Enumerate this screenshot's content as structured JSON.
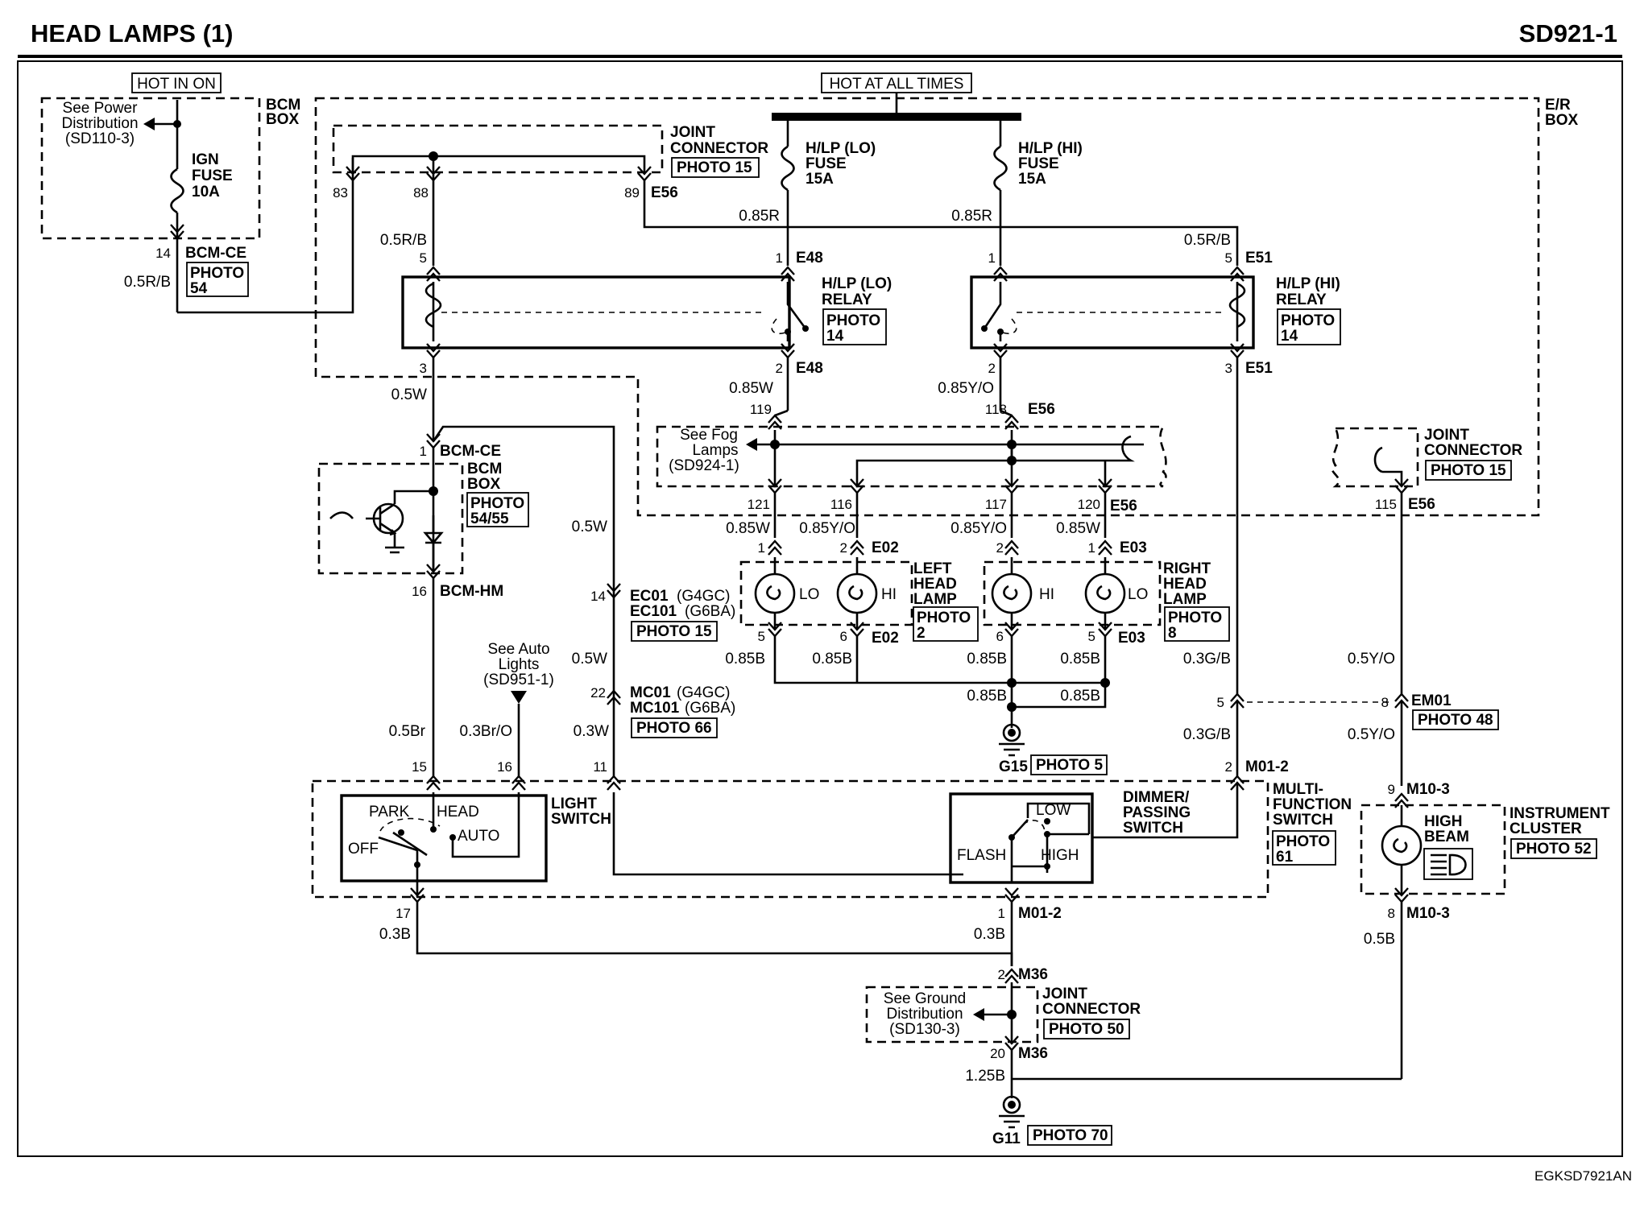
{
  "header": {
    "title": "HEAD LAMPS (1)",
    "code": "SD921-1"
  },
  "footer_code": "EGKSD7921AN",
  "power": {
    "hot_in_on": "HOT IN ON",
    "hot_at_all_times": "HOT AT ALL TIMES"
  },
  "bcm_box_top": {
    "see_1": "See Power",
    "see_2": "Distribution",
    "see_3": "(SD110-3)",
    "fuse_1": "IGN",
    "fuse_2": "FUSE",
    "fuse_3": "10A",
    "label_1": "BCM",
    "label_2": "BOX"
  },
  "er_box": {
    "label_1": "E/R",
    "label_2": "BOX"
  },
  "joint_top": {
    "label_1": "JOINT",
    "label_2": "CONNECTOR",
    "photo": "PHOTO 15",
    "pin_a": "83",
    "pin_b": "88",
    "pin_c": "89",
    "conn": "E56"
  },
  "fuse_lo": {
    "l1": "H/LP (LO)",
    "l2": "FUSE",
    "l3": "15A"
  },
  "fuse_hi": {
    "l1": "H/LP (HI)",
    "l2": "FUSE",
    "l3": "15A"
  },
  "wires": {
    "w_085r_a": "0.85R",
    "w_085r_b": "0.85R",
    "w_05rb_a": "0.5R/B",
    "w_05rb_b": "0.5R/B",
    "w_05rb_c": "0.5R/B",
    "w_05w_a": "0.5W",
    "w_085w_a": "0.85W",
    "w_085yo_a": "0.85Y/O",
    "w_085w_b": "0.85W",
    "w_085yo_b": "0.85Y/O",
    "w_085yo_c": "0.85Y/O",
    "w_085w_c": "0.85W",
    "w_05w_b": "0.5W",
    "w_05w_c": "0.5W",
    "w_03w": "0.3W",
    "w_085b_a": "0.85B",
    "w_085b_b": "0.85B",
    "w_085b_c": "0.85B",
    "w_085b_d": "0.85B",
    "w_085b_e": "0.85B",
    "w_085b_f": "0.85B",
    "w_03gb_a": "0.3G/B",
    "w_03gb_b": "0.3G/B",
    "w_05yo_a": "0.5Y/O",
    "w_05yo_b": "0.5Y/O",
    "w_05br": "0.5Br",
    "w_03bro": "0.3Br/O",
    "w_03b_a": "0.3B",
    "w_03b_b": "0.3B",
    "w_05b": "0.5B",
    "w_125b": "1.25B"
  },
  "bcm_ce_top": {
    "pin": "14",
    "conn": "BCM-CE",
    "photo_1": "PHOTO",
    "photo_2": "54"
  },
  "relay_lo": {
    "l1": "H/LP (LO)",
    "l2": "RELAY",
    "photo_1": "PHOTO",
    "photo_2": "14",
    "pin5": "5",
    "pin1": "1",
    "pin3": "3",
    "pin2": "2",
    "conn_top": "E48",
    "conn_bot": "E48"
  },
  "relay_hi": {
    "l1": "H/LP (HI)",
    "l2": "RELAY",
    "photo_1": "PHOTO",
    "photo_2": "14",
    "pin1": "1",
    "pin5": "5",
    "pin2": "2",
    "pin3": "3",
    "conn_top": "E51",
    "conn_bot": "E51"
  },
  "e56_mid": {
    "pin_a": "119",
    "pin_b": "118",
    "conn": "E56"
  },
  "fog": {
    "l1": "See Fog",
    "l2": "Lamps",
    "l3": "(SD924-1)"
  },
  "e56_low": {
    "p121": "121",
    "p116": "116",
    "p117": "117",
    "p120": "120",
    "conn": "E56",
    "p115": "115",
    "conn2": "E56"
  },
  "joint_right": {
    "l1": "JOINT",
    "l2": "CONNECTOR",
    "photo": "PHOTO 15"
  },
  "bcm_ce_mid": {
    "pin": "1",
    "conn": "BCM-CE",
    "box_1": "BCM",
    "box_2": "BOX",
    "photo_1": "PHOTO",
    "photo_2": "54/55",
    "pin16": "16",
    "conn_hm": "BCM-HM"
  },
  "ec01": {
    "pin": "14",
    "l1": "EC01",
    "l1b": "(G4GC)",
    "l2": "EC101",
    "l2b": "(G6BA)",
    "photo": "PHOTO 15"
  },
  "mc01": {
    "pin": "22",
    "l1": "MC01",
    "l1b": "(G4GC)",
    "l2": "MC101",
    "l2b": "(G6BA)",
    "photo": "PHOTO 66"
  },
  "auto_lights": {
    "l1": "See Auto",
    "l2": "Lights",
    "l3": "(SD951-1)"
  },
  "left_lamp": {
    "pin1": "1",
    "pin2": "2",
    "conn_top": "E02",
    "lo": "LO",
    "hi": "HI",
    "l1": "LEFT",
    "l2": "HEAD",
    "l3": "LAMP",
    "photo_1": "PHOTO",
    "photo_2": "2",
    "pin5": "5",
    "pin6": "6",
    "conn_bot": "E02"
  },
  "right_lamp": {
    "pin2": "2",
    "pin1": "1",
    "conn_top": "E03",
    "hi": "HI",
    "lo": "LO",
    "l1": "RIGHT",
    "l2": "HEAD",
    "l3": "LAMP",
    "photo_1": "PHOTO",
    "photo_2": "8",
    "pin6": "6",
    "pin5": "5",
    "conn_bot": "E03"
  },
  "g15": {
    "label": "G15",
    "photo": "PHOTO 5"
  },
  "em01": {
    "pin5": "5",
    "pin8": "8",
    "conn": "EM01",
    "photo": "PHOTO 48"
  },
  "light_switch": {
    "pin15": "15",
    "pin16": "16",
    "pin11": "11",
    "park": "PARK",
    "head": "HEAD",
    "off": "OFF",
    "auto": "AUTO",
    "l1": "LIGHT",
    "l2": "SWITCH",
    "pin17": "17"
  },
  "dimmer": {
    "l1": "DIMMER/",
    "l2": "PASSING",
    "l3": "SWITCH",
    "low": "LOW",
    "flash": "FLASH",
    "high": "HIGH",
    "pin2": "2",
    "conn_top": "M01-2",
    "pin1": "1",
    "conn_bot": "M01-2"
  },
  "mfs": {
    "l1": "MULTI-",
    "l2": "FUNCTION",
    "l3": "SWITCH",
    "photo_1": "PHOTO",
    "photo_2": "61"
  },
  "cluster": {
    "pin9": "9",
    "conn_top": "M10-3",
    "hb_1": "HIGH",
    "hb_2": "BEAM",
    "l1": "INSTRUMENT",
    "l2": "CLUSTER",
    "photo": "PHOTO 52",
    "pin8": "8",
    "conn_bot": "M10-3"
  },
  "m36": {
    "pin2": "2",
    "conn_top": "M36",
    "see_1": "See Ground",
    "see_2": "Distribution",
    "see_3": "(SD130-3)",
    "l1": "JOINT",
    "l2": "CONNECTOR",
    "photo": "PHOTO 50",
    "pin20": "20",
    "conn_bot": "M36"
  },
  "g11": {
    "label": "G11",
    "photo": "PHOTO 70"
  }
}
